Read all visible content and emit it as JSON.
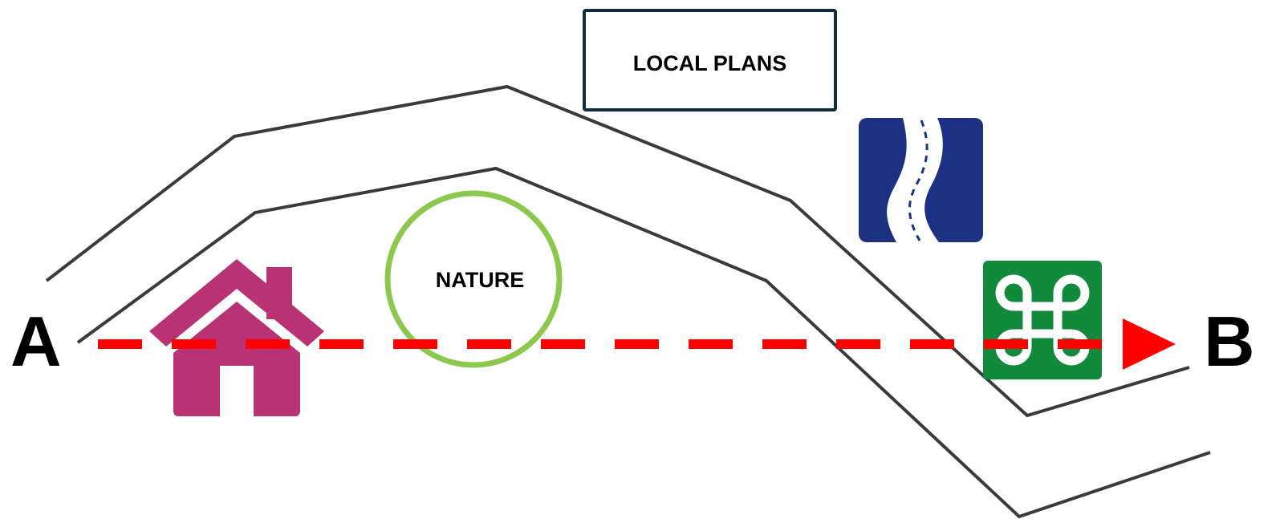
{
  "diagram": {
    "start_label": "A",
    "end_label": "B",
    "local_plans_label": "LOCAL PLANS",
    "nature_label": "NATURE",
    "icons": [
      "home-icon",
      "winding-road-icon",
      "command-key-icon"
    ],
    "colors": {
      "route_arrow": "#ff0000",
      "boundary_lines": "#3a3a3a",
      "nature_circle": "#8cc84b",
      "home_icon": "#b83274",
      "road_sign_bg": "#1c3181",
      "command_sign_bg": "#118a3c",
      "local_plans_border": "#0f2b3d"
    }
  }
}
